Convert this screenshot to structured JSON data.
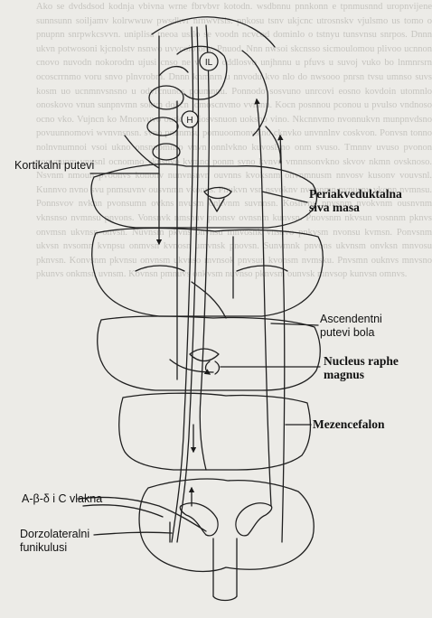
{
  "figure": {
    "labels": {
      "kortikalni": "Kortikalni putevi",
      "periakveduktalna_1": "Periakveduktalna",
      "periakveduktalna_2": "siva masa",
      "ascendentni_1": "Ascendentni",
      "ascendentni_2": "putevi bola",
      "nucleus_1": "Nucleus raphe",
      "nucleus_2": "magnus",
      "mezencefalon": "Mezencefalon",
      "vlakna": "A-β-δ i C vlakna",
      "dorzolateralni_1": "Dorzolateralni",
      "dorzolateralni_2": "funikulusi"
    },
    "circle_labels": {
      "il": "IL",
      "h": "H"
    }
  }
}
